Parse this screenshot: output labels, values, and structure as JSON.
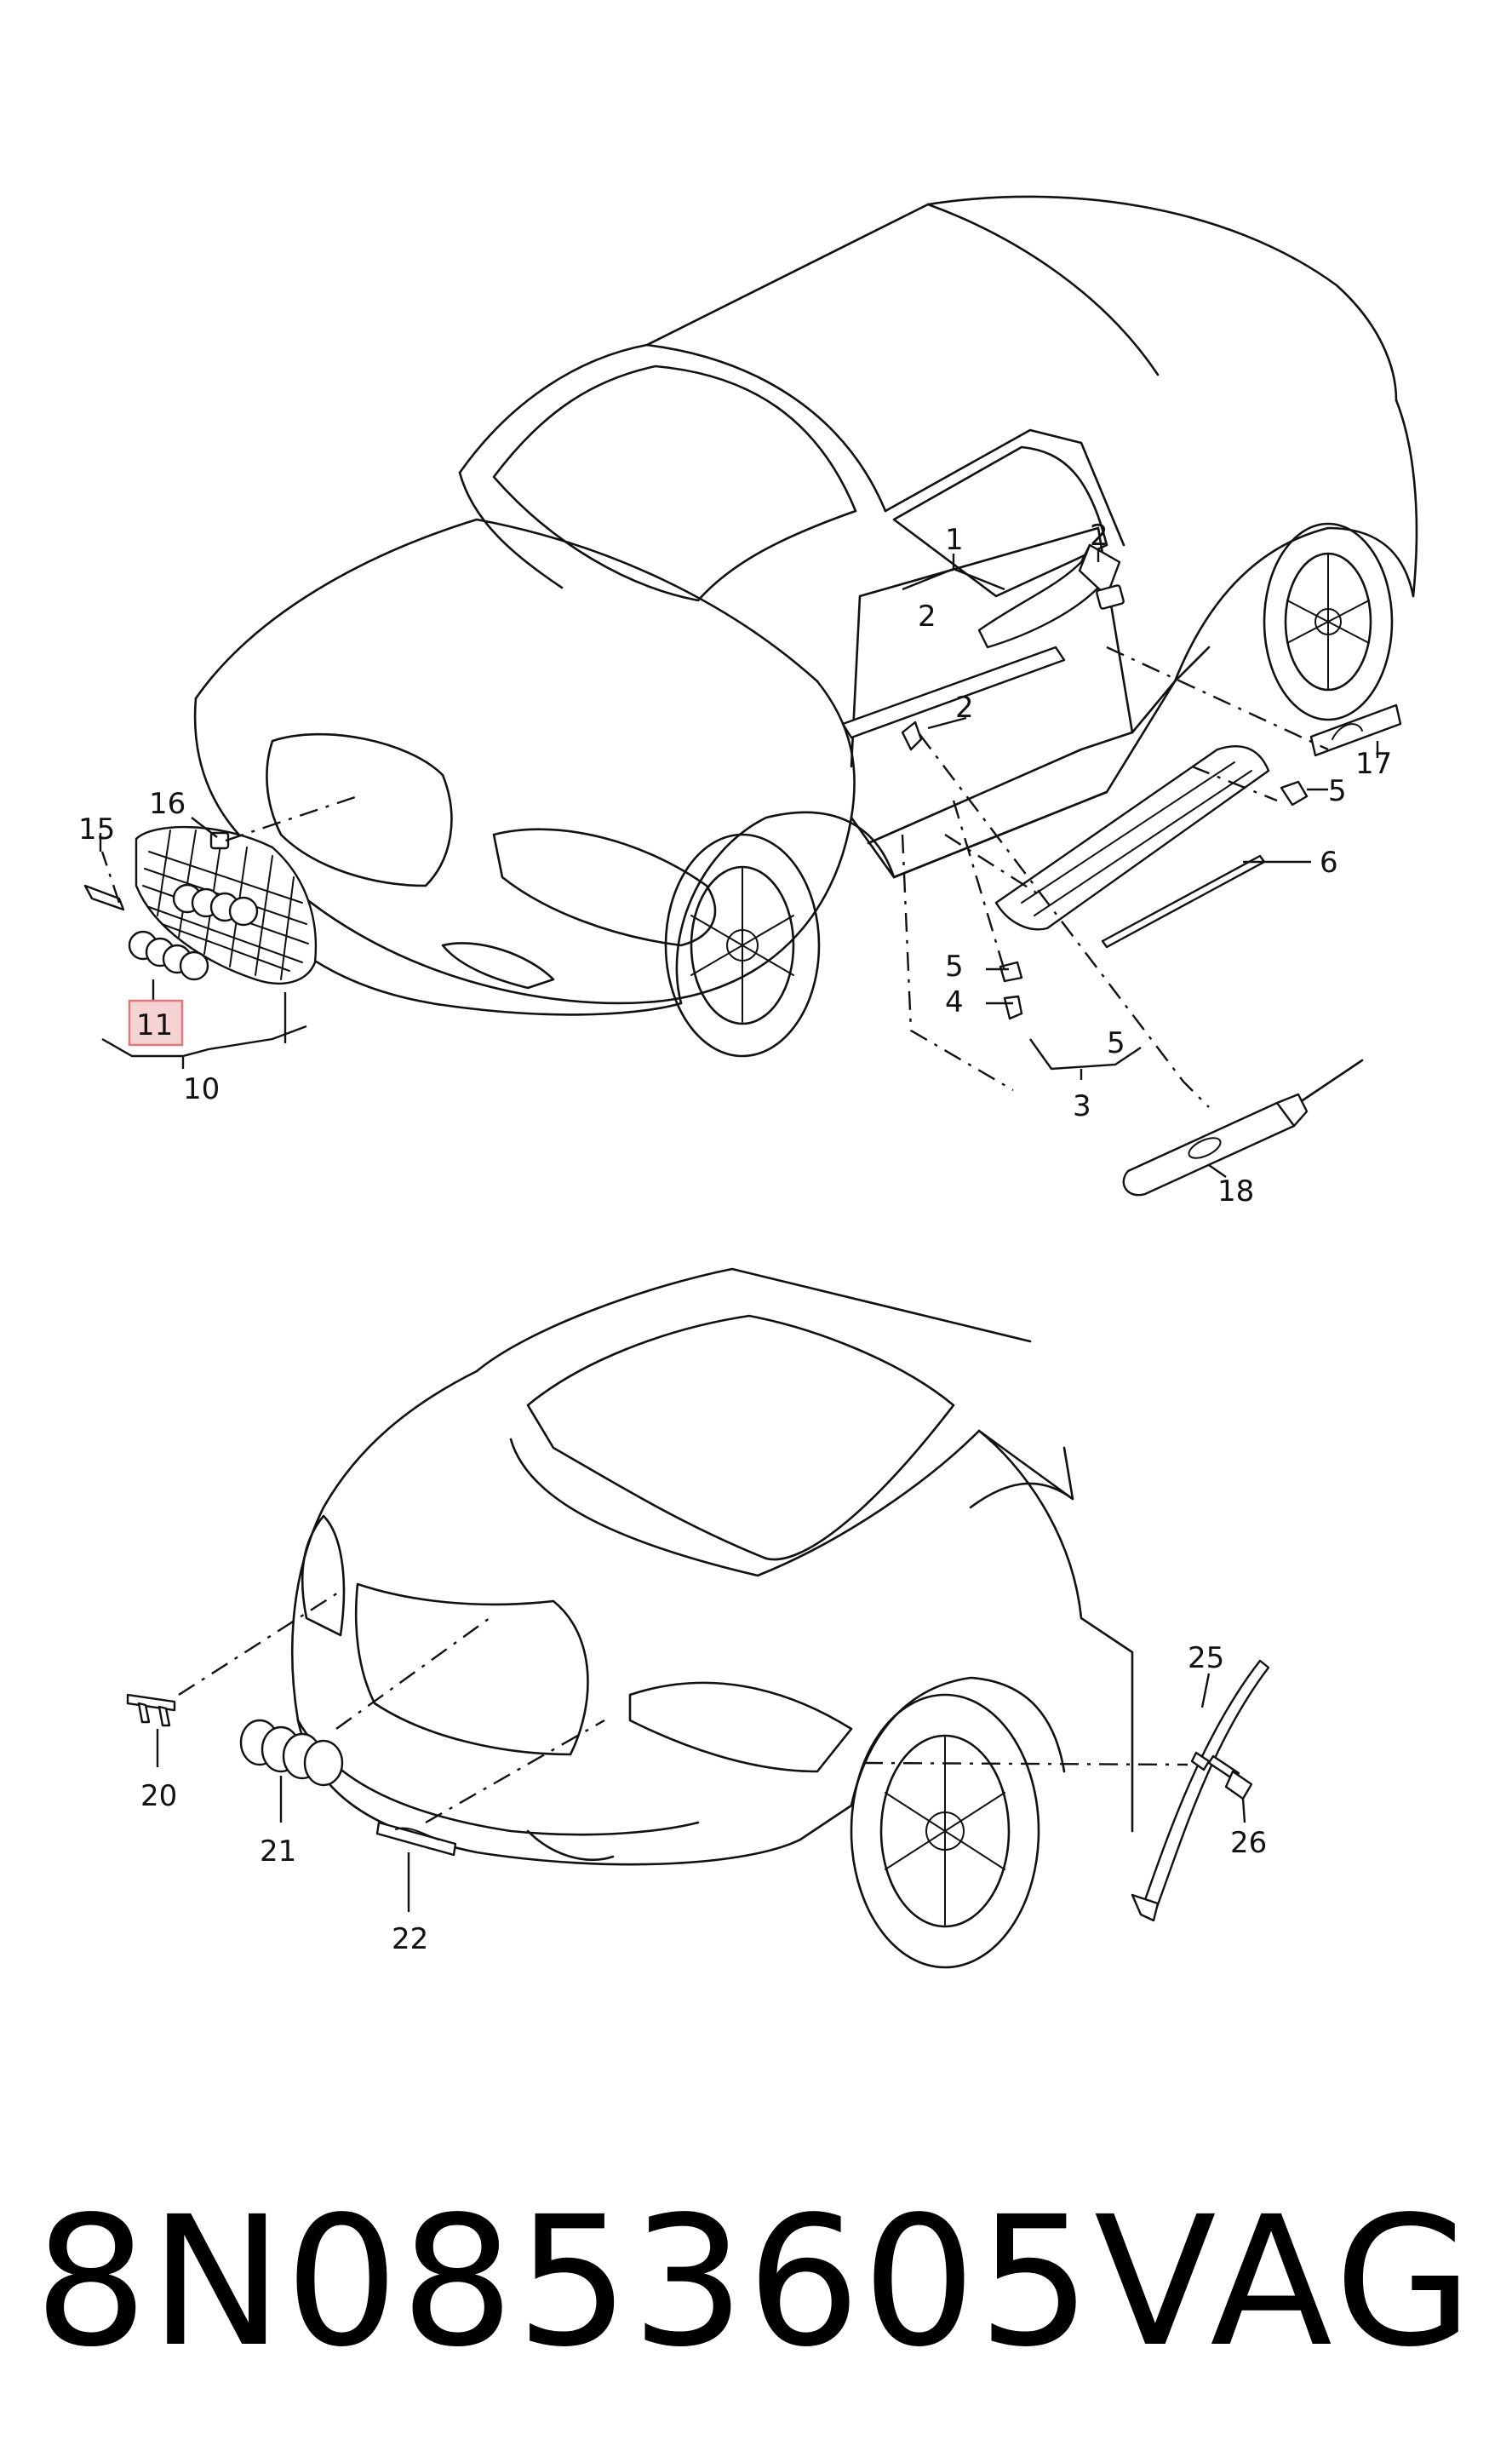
{
  "callouts": {
    "c1": "1",
    "c2a": "2",
    "c2b": "2",
    "c2c": "2",
    "c3": "3",
    "c4": "4",
    "c5a": "5",
    "c5b": "5",
    "c5c": "5",
    "c6": "6",
    "c10": "10",
    "c11": "11",
    "c15": "15",
    "c16": "16",
    "c17": "17",
    "c18": "18",
    "c20": "20",
    "c21": "21",
    "c22": "22",
    "c25": "25",
    "c26": "26"
  },
  "highlighted_callout": "11",
  "highlight_color": "#f6d3d3",
  "footer": {
    "part_number": "8N0853605",
    "brand": "VAG"
  }
}
